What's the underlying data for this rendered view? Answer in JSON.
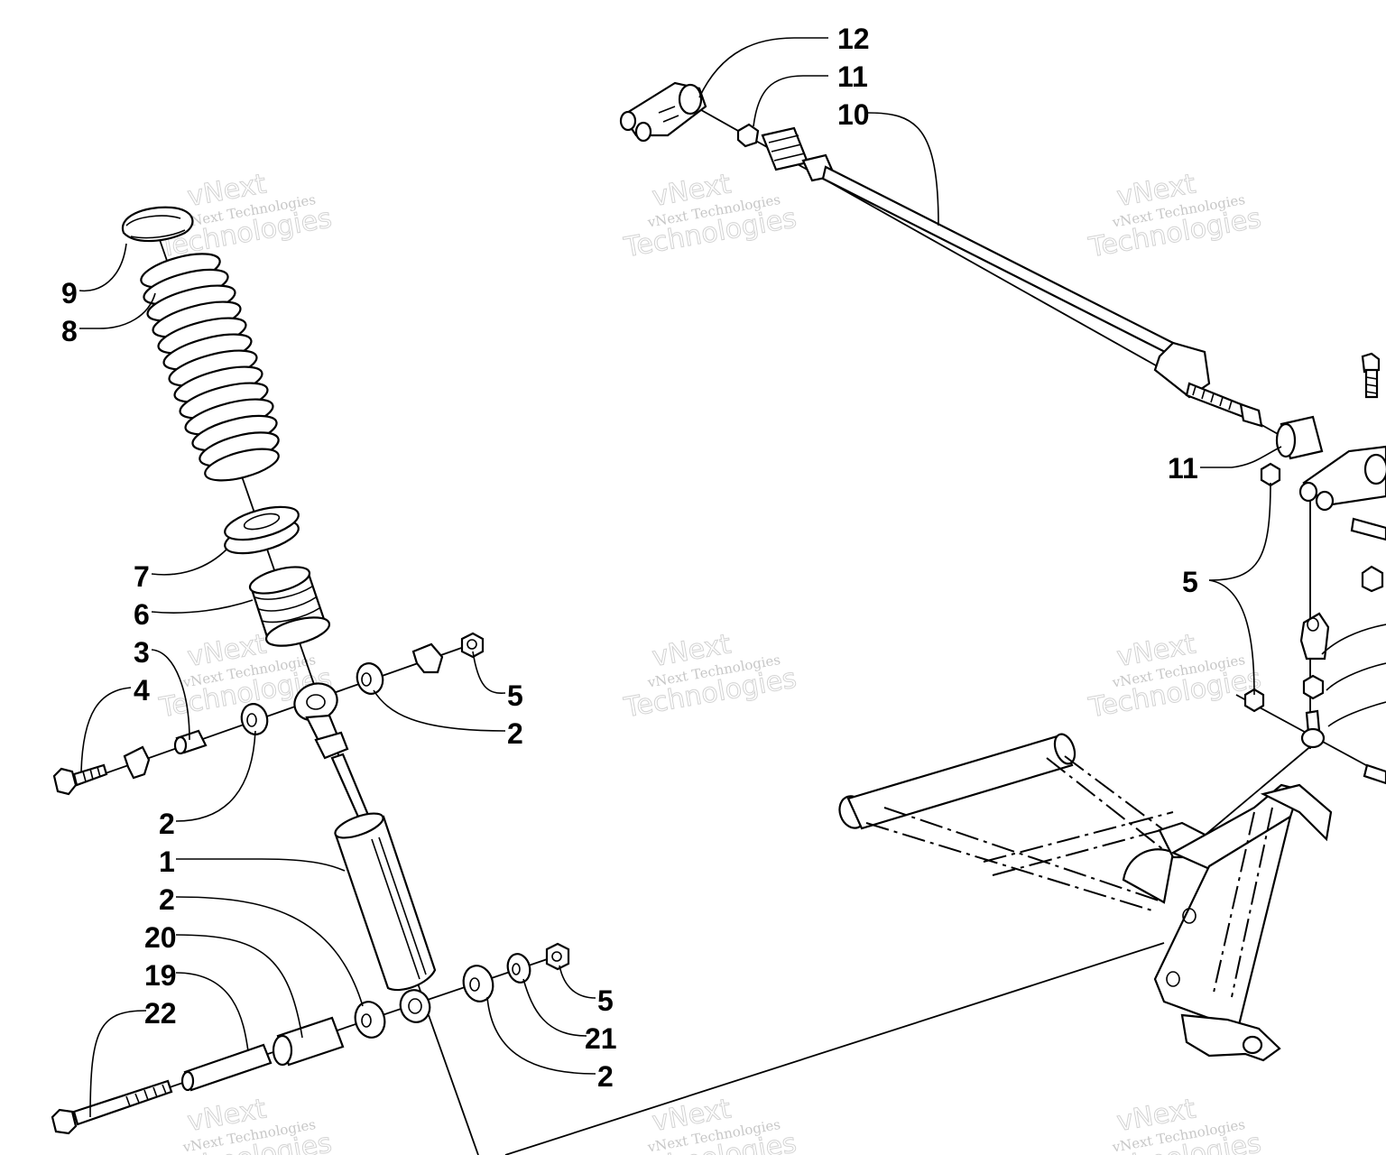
{
  "callouts": [
    {
      "id": "c12",
      "text": "12"
    },
    {
      "id": "c11a",
      "text": "11"
    },
    {
      "id": "c10",
      "text": "10"
    },
    {
      "id": "c9",
      "text": "9"
    },
    {
      "id": "c8",
      "text": "8"
    },
    {
      "id": "c7",
      "text": "7"
    },
    {
      "id": "c6",
      "text": "6"
    },
    {
      "id": "c3",
      "text": "3"
    },
    {
      "id": "c4",
      "text": "4"
    },
    {
      "id": "c5a",
      "text": "5"
    },
    {
      "id": "c2a",
      "text": "2"
    },
    {
      "id": "c2b",
      "text": "2"
    },
    {
      "id": "c1",
      "text": "1"
    },
    {
      "id": "c2c",
      "text": "2"
    },
    {
      "id": "c20",
      "text": "20"
    },
    {
      "id": "c19",
      "text": "19"
    },
    {
      "id": "c22",
      "text": "22"
    },
    {
      "id": "c5b",
      "text": "5"
    },
    {
      "id": "c21",
      "text": "21"
    },
    {
      "id": "c2d",
      "text": "2"
    },
    {
      "id": "c11b",
      "text": "11"
    },
    {
      "id": "c5c",
      "text": "5"
    }
  ],
  "watermark": {
    "line1": "vNext",
    "line2": "vNext Technologies",
    "line3": "Technologies"
  }
}
